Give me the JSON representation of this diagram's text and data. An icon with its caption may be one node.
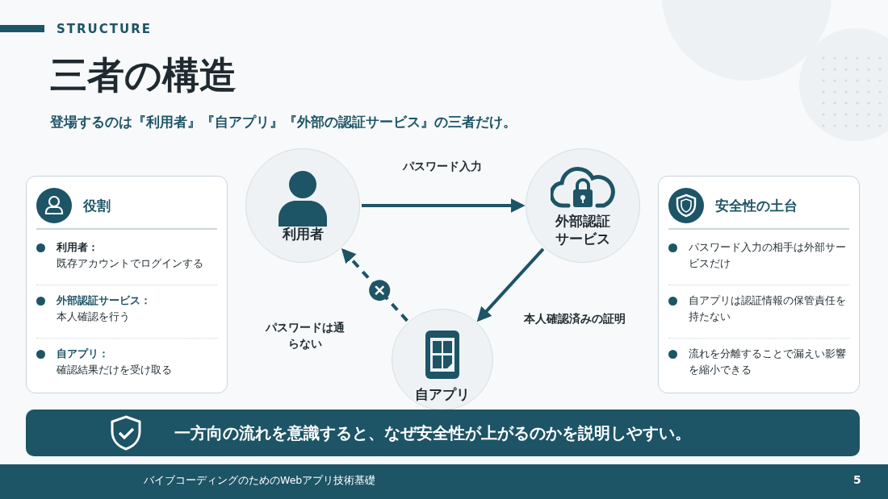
{
  "diagram": {
    "title": "三者の構造",
    "nodes": [
      {
        "text": [
          "役割",
          "利用者：",
          "既存アカウントでログインする",
          "外部認証サービス：",
          "本人確認を行う",
          "自アプリ：",
          "確認結果だけを受け取る"
        ]
      },
      {
        "text": [
          "利用者"
        ]
      },
      {
        "text": [
          "外部認証サービス"
        ]
      },
      {
        "text": [
          "自アプリ"
        ]
      },
      {
        "text": [
          "安全性の土台",
          "パスワード入力の相手は外部サービスだけ",
          "自アプリは認証情報の保管責任を持たない",
          "流れを分離することで漏えい影響を縮小できる"
        ]
      },
      {
        "text": [
          "一方向の流れを意識すると、なぜ安全性が上がるのかを説明しやすい。"
        ]
      }
    ],
    "edges": [
      {
        "from": 1,
        "to": 2,
        "arrow": "to",
        "label": "パスワード入力"
      },
      {
        "from": 2,
        "to": 3,
        "arrow": "to",
        "label": "本人確認済みの証明"
      },
      {
        "from": 3,
        "to": 1,
        "arrow": "to",
        "label": "パスワードは通らない",
        "style": "dashed"
      }
    ],
    "labels": [
      "STRUCTURE",
      "登場するのは『利用者』『自アプリ』『外部の認証サービス』の三者だけ。",
      "バイブコーディングのためのWebアプリ技術基礎",
      "5"
    ]
  }
}
